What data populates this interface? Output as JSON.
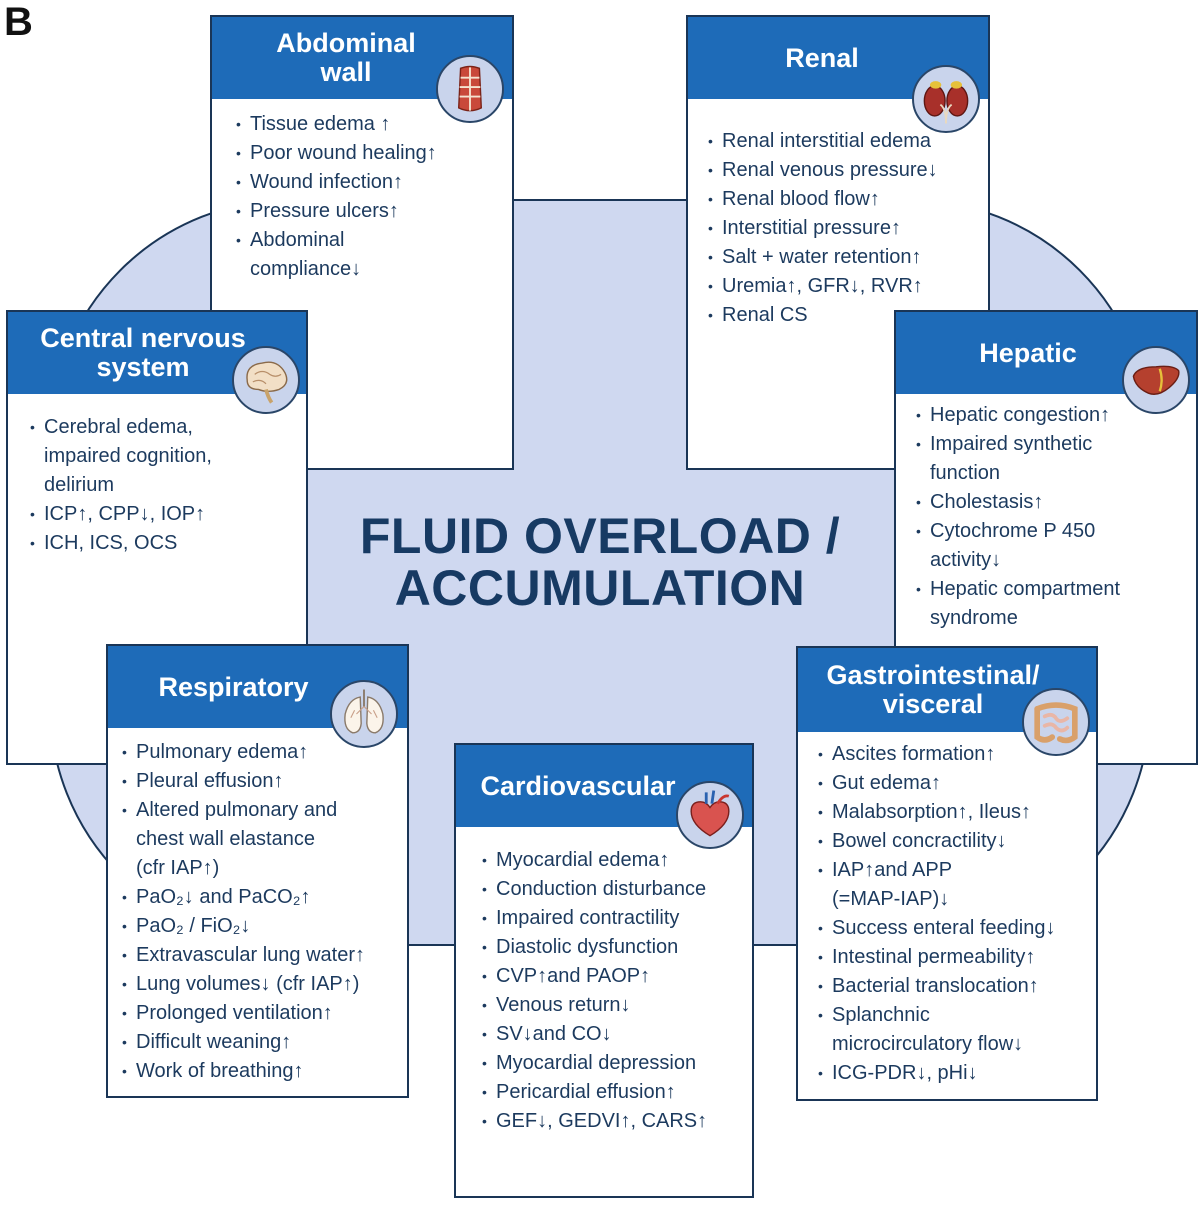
{
  "panel_label": "B",
  "center_title": [
    "FLUID OVERLOAD /",
    "ACCUMULATION"
  ],
  "colors": {
    "header_blue": "#1e6bb8",
    "backdrop": "#cfd8f0",
    "border": "#1a3556",
    "text": "#1c3a5e"
  },
  "boxes": {
    "abdominal": {
      "icon": "abdominal-muscle-icon",
      "title": [
        "Abdominal",
        "wall"
      ],
      "items": [
        [
          "Tissue edema ↑"
        ],
        [
          "Poor wound healing↑"
        ],
        [
          "Wound infection↑"
        ],
        [
          "Pressure ulcers↑"
        ],
        [
          "Abdominal",
          "compliance↓"
        ]
      ]
    },
    "renal": {
      "icon": "kidney-icon",
      "title": [
        "Renal"
      ],
      "items": [
        [
          "Renal interstitial edema"
        ],
        [
          "Renal venous pressure↓"
        ],
        [
          "Renal blood flow↑"
        ],
        [
          "Interstitial pressure↑"
        ],
        [
          "Salt + water retention↑"
        ],
        [
          "Uremia↑, GFR↓, RVR↑"
        ],
        [
          "Renal CS"
        ]
      ]
    },
    "cns": {
      "icon": "brain-icon",
      "title": [
        "Central nervous",
        "system"
      ],
      "items": [
        [
          "Cerebral edema,",
          "impaired cognition,",
          "delirium"
        ],
        [
          "ICP↑, CPP↓, IOP↑"
        ],
        [
          "ICH, ICS, OCS"
        ]
      ]
    },
    "hepatic": {
      "icon": "liver-icon",
      "title": [
        "Hepatic"
      ],
      "items": [
        [
          "Hepatic congestion↑"
        ],
        [
          "Impaired synthetic",
          "function"
        ],
        [
          "Cholestasis↑"
        ],
        [
          "Cytochrome P 450",
          "activity↓"
        ],
        [
          "Hepatic compartment",
          "syndrome"
        ]
      ]
    },
    "respiratory": {
      "icon": "lungs-icon",
      "title": [
        "Respiratory"
      ],
      "items": [
        [
          "Pulmonary edema↑"
        ],
        [
          "Pleural effusion↑"
        ],
        [
          "Altered pulmonary and",
          "chest wall elastance",
          "(cfr IAP↑)"
        ],
        [
          "PaO₂↓ and PaCO₂↑"
        ],
        [
          "PaO₂ / FiO₂↓"
        ],
        [
          "Extravascular lung water↑"
        ],
        [
          "Lung volumes↓ (cfr IAP↑)"
        ],
        [
          "Prolonged ventilation↑"
        ],
        [
          "Difficult weaning↑"
        ],
        [
          "Work of breathing↑"
        ]
      ]
    },
    "cardiovascular": {
      "icon": "heart-icon",
      "title": [
        "Cardiovascular"
      ],
      "items": [
        [
          "Myocardial edema↑"
        ],
        [
          "Conduction disturbance"
        ],
        [
          "Impaired contractility"
        ],
        [
          "Diastolic dysfunction"
        ],
        [
          "CVP↑and PAOP↑"
        ],
        [
          "Venous return↓"
        ],
        [
          "SV↓and CO↓"
        ],
        [
          "Myocardial depression"
        ],
        [
          "Pericardial effusion↑"
        ],
        [
          "GEF↓, GEDVI↑, CARS↑"
        ]
      ]
    },
    "gi": {
      "icon": "intestine-icon",
      "title": [
        "Gastrointestinal/",
        "visceral"
      ],
      "items": [
        [
          "Ascites formation↑"
        ],
        [
          "Gut edema↑"
        ],
        [
          "Malabsorption↑, Ileus↑"
        ],
        [
          "Bowel concractility↓"
        ],
        [
          "IAP↑and APP",
          "(=MAP-IAP)↓"
        ],
        [
          "Success enteral feeding↓"
        ],
        [
          "Intestinal permeability↑"
        ],
        [
          "Bacterial translocation↑"
        ],
        [
          "Splanchnic",
          "microcirculatory flow↓"
        ],
        [
          "ICG-PDR↓, pHi↓"
        ]
      ]
    }
  }
}
